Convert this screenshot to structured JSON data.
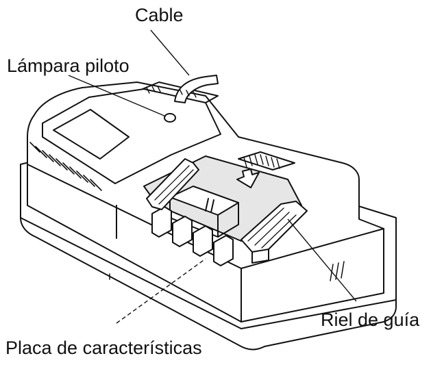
{
  "labels": {
    "cable": "Cable",
    "pilot_lamp": "Lámpara piloto",
    "guide_rail": "Riel de guía",
    "nameplate": "Placa de características"
  },
  "colors": {
    "ink": "#111111",
    "paper": "#ffffff",
    "shade": "#e6e6e6"
  }
}
